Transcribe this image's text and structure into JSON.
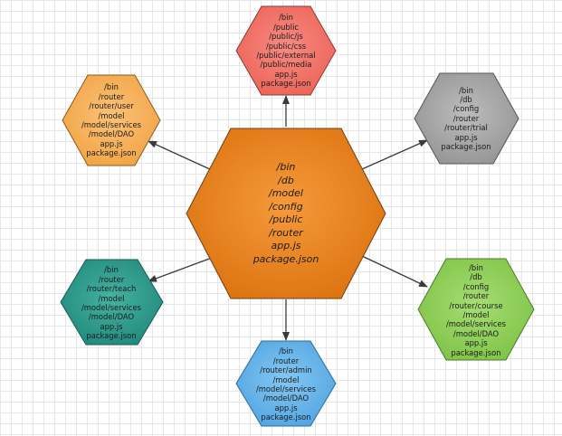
{
  "colors": {
    "center": "#e9841e",
    "top": "#f2756b",
    "top_right": "#a8a8a8",
    "right": "#8fd157",
    "bottom": "#64b4ea",
    "left_bottom": "#2e9e8e",
    "left_top": "#f7b15c",
    "arrow": "#3a3a3a"
  },
  "nodes": {
    "center": {
      "lines": [
        "/bin",
        "/db",
        "/model",
        "/config",
        "/public",
        "/router",
        "app.js",
        "package.json"
      ]
    },
    "top": {
      "lines": [
        "/bin",
        "/public",
        "/public/js",
        "/public/css",
        "/public/external",
        "/public/media",
        "app.js",
        "package.json"
      ]
    },
    "top_right": {
      "lines": [
        "/bin",
        "/db",
        "/config",
        "/router",
        "/router/trial",
        "app.js",
        "package.json"
      ]
    },
    "right": {
      "lines": [
        "/bin",
        "/db",
        "/config",
        "/router",
        "/router/course",
        "/model",
        "/model/services",
        "/model/DAO",
        "app.js",
        "package.json"
      ]
    },
    "bottom": {
      "lines": [
        "/bin",
        "/router",
        "/router/admin",
        "/model",
        "/model/services",
        "/model/DAO",
        "app.js",
        "package.json"
      ]
    },
    "left_bottom": {
      "lines": [
        "/bin",
        "/router",
        "/router/teach",
        "/model",
        "/model/services",
        "/model/DAO",
        "app.js",
        "package.json"
      ]
    },
    "left_top": {
      "lines": [
        "/bin",
        "/router",
        "/router/user",
        "/model",
        "/model/services",
        "/model/DAO",
        "app.js",
        "package.json"
      ]
    }
  }
}
